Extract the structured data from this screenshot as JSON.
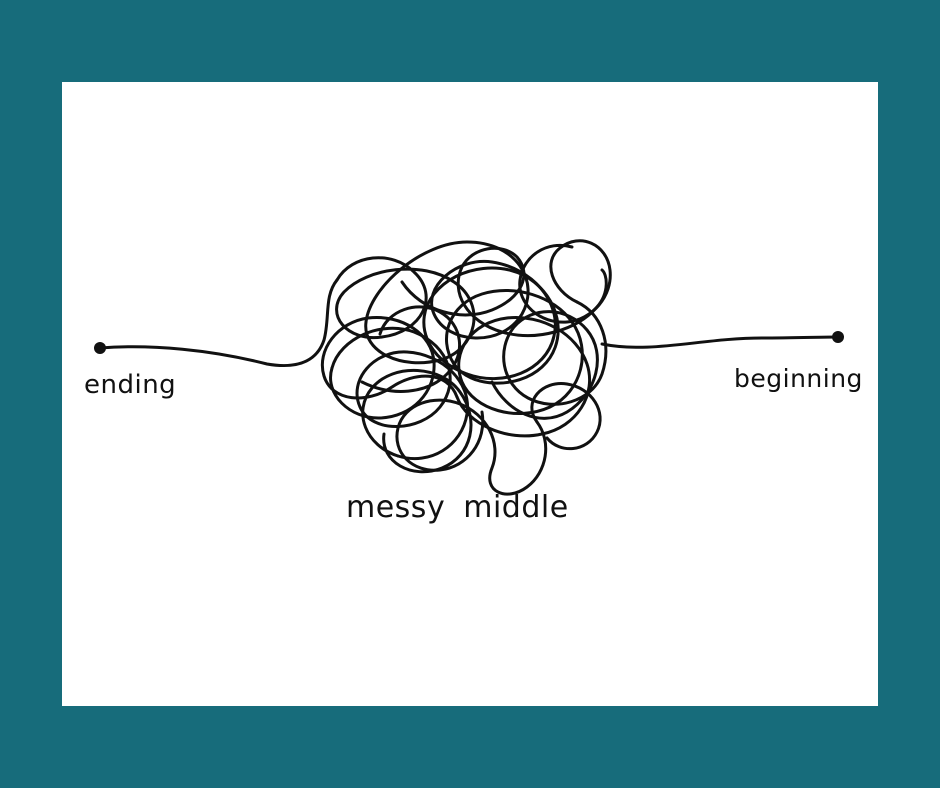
{
  "colors": {
    "background": "#176c7b",
    "canvas": "#ffffff",
    "ink": "#111111"
  },
  "labels": {
    "ending": "ending",
    "beginning": "beginning",
    "middle": "messy middle"
  }
}
